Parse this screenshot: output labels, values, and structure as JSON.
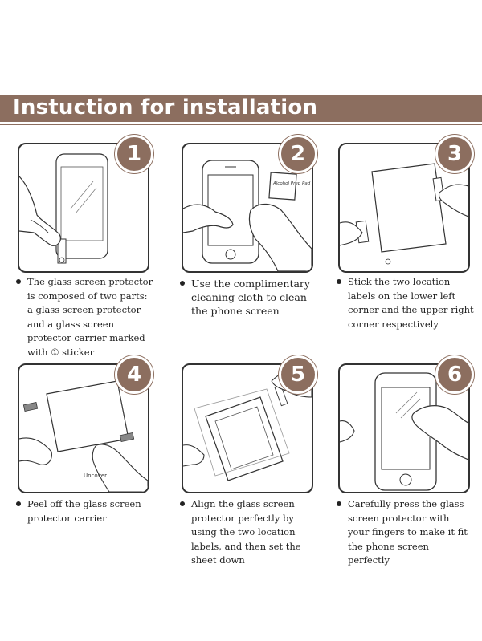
{
  "title": "Instuction for installation",
  "steps": [
    {
      "num": "1",
      "text": "The glass screen protector is composed of two parts: a glass screen protector and a glass screen protector carrier marked with ① sticker"
    },
    {
      "num": "2",
      "text": "Use the complimentary cleaning cloth to clean the phone screen",
      "cloth_label": "Alcohol Prep Pad"
    },
    {
      "num": "3",
      "text": "Stick the two location labels on the lower left corner and the upper right corner respectively"
    },
    {
      "num": "4",
      "text": "Peel off the glass screen protector carrier",
      "uncover_label": "Uncover"
    },
    {
      "num": "5",
      "text": "Align the glass screen protector perfectly by using the two location labels, and then set the sheet down"
    },
    {
      "num": "6",
      "text": "Carefully press the glass screen protector with your fingers to make it fit the phone screen perfectly"
    }
  ],
  "colors": {
    "accent": "#8c6e5f",
    "outline": "#333333"
  }
}
